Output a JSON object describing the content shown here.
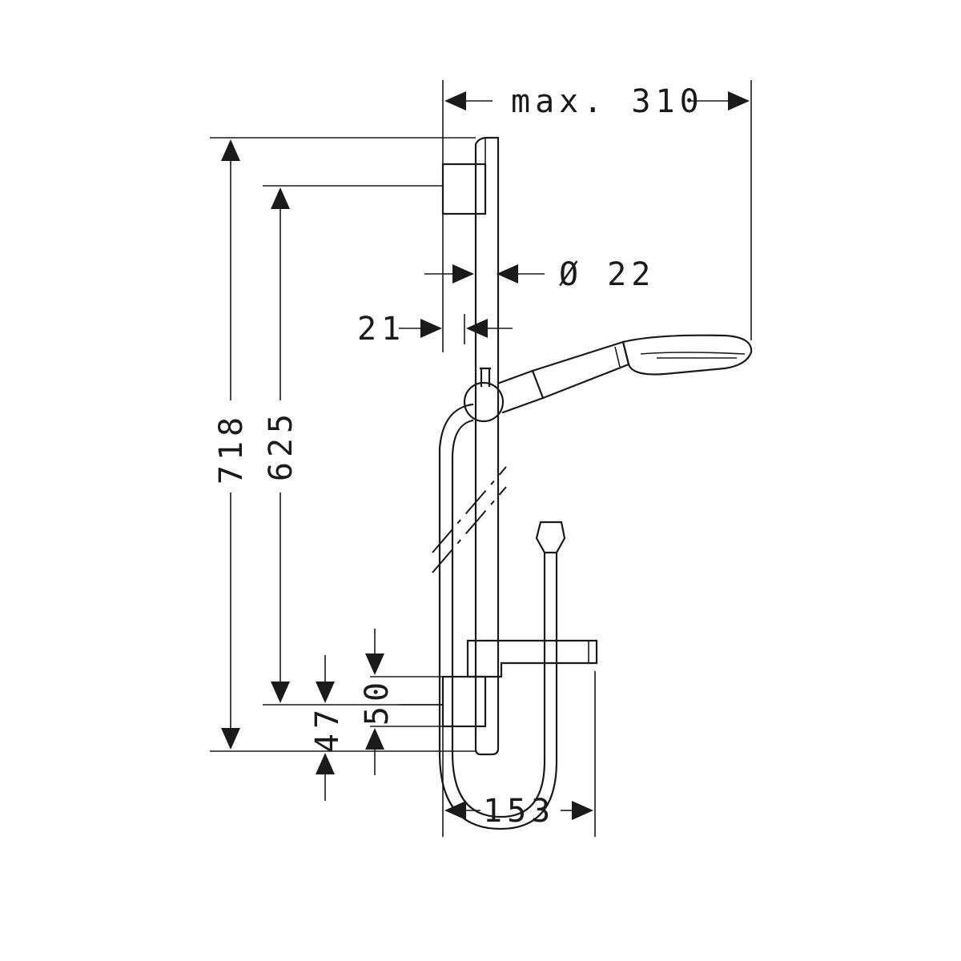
{
  "dimensions": {
    "width_max": "max. 310",
    "diameter": "Ø 22",
    "offset": "21",
    "height_total": "718",
    "height_inner": "625",
    "spacing_lower": "50",
    "spacing_bottom": "47",
    "soap_dish_width": "153"
  }
}
